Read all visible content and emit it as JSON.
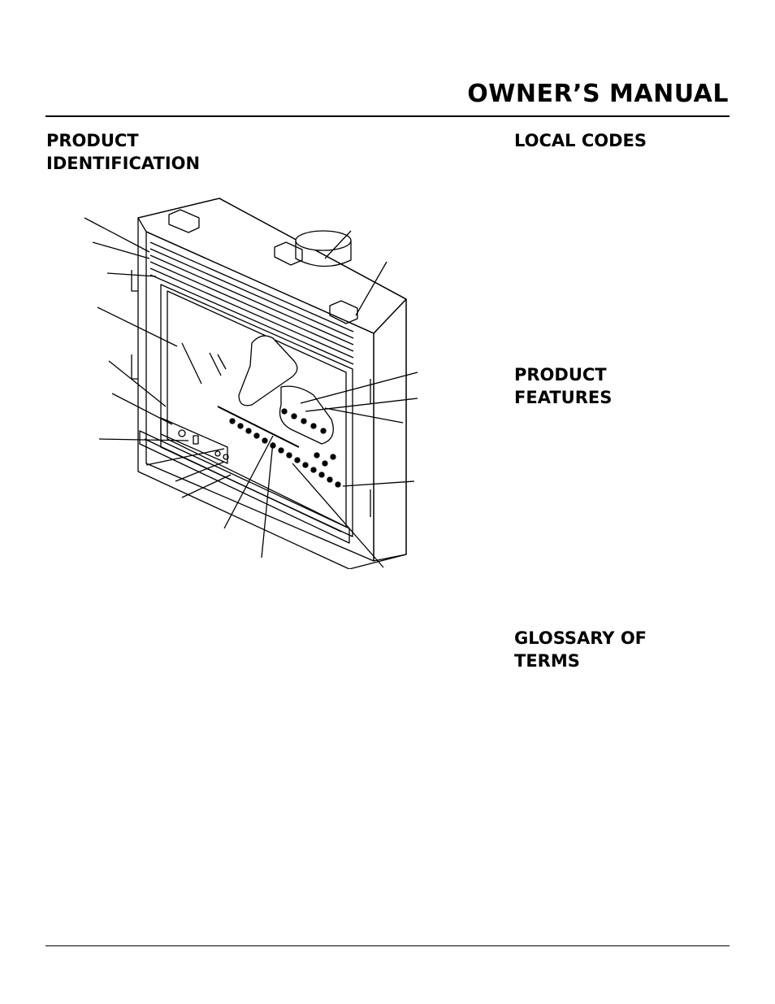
{
  "header": {
    "title": "OWNER’S MANUAL"
  },
  "sections": {
    "product_identification": {
      "line1": "PRODUCT",
      "line2": "IDENTIFICATION"
    },
    "local_codes": {
      "line1": "LOCAL CODES"
    },
    "product_features": {
      "line1": "PRODUCT",
      "line2": "FEATURES"
    },
    "glossary": {
      "line1": "GLOSSARY OF",
      "line2": "TERMS"
    }
  },
  "figure": {
    "icon": "fireplace-illustration"
  }
}
